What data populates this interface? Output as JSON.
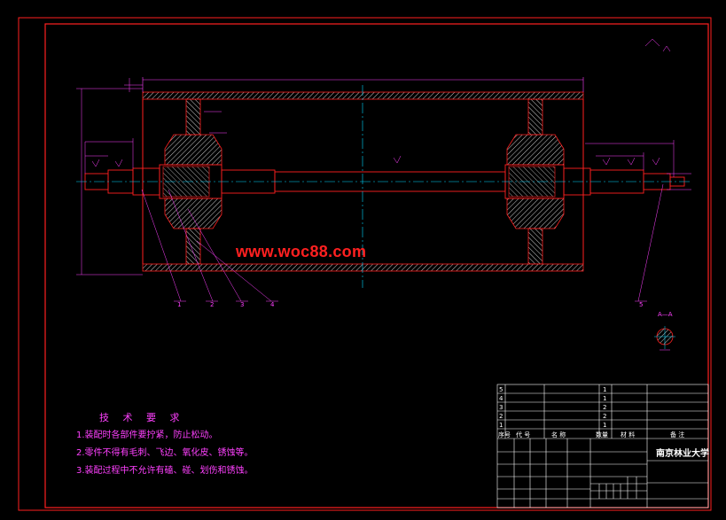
{
  "watermark": "www.woc88.com",
  "technical_requirements": {
    "heading": "技 术 要 求",
    "items": [
      "1.装配时各部件要拧紧，防止松动。",
      "2.零件不得有毛刺、飞边、氧化皮、锈蚀等。",
      "3.装配过程中不允许有磕、碰、划伤和锈蚀。"
    ]
  },
  "section_label": "A—A",
  "balloons": [
    "1",
    "2",
    "3",
    "4",
    "5"
  ],
  "title_block": {
    "school": "南京林业大学",
    "bom_header": [
      "序号",
      "代 号",
      "名 称",
      "数量",
      "材 料",
      "备 注"
    ],
    "bom_rows": [
      {
        "no": "5",
        "qty": "1"
      },
      {
        "no": "4",
        "qty": "1"
      },
      {
        "no": "3",
        "qty": "2"
      },
      {
        "no": "2",
        "qty": "2"
      },
      {
        "no": "1",
        "qty": "1"
      }
    ]
  },
  "colors": {
    "frame": "#ff2020",
    "dimension": "#ff40ff",
    "centerline": "#00d8ff",
    "hatch": "#ffffff",
    "outline": "#ff2020",
    "text": "#ffffff",
    "watermark": "#ff2020"
  }
}
